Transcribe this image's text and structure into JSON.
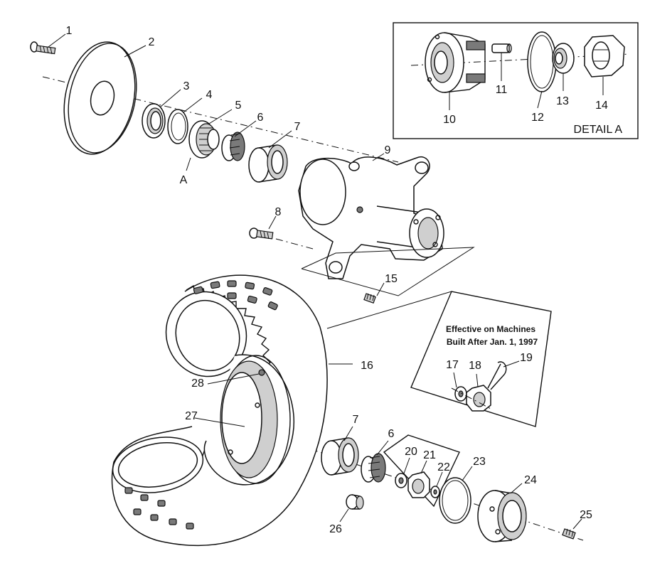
{
  "detail": {
    "title": "DETAIL A",
    "callouts": [
      "10",
      "11",
      "12",
      "13",
      "14"
    ]
  },
  "note": {
    "line1": "Effective on Machines",
    "line2": "Built After Jan. 1, 1997",
    "callouts": [
      "17",
      "18",
      "19"
    ]
  },
  "reference_marker": "A",
  "callouts": [
    "1",
    "2",
    "3",
    "4",
    "5",
    "6",
    "7",
    "8",
    "9",
    "15",
    "16",
    "28",
    "27",
    "7",
    "6",
    "20",
    "21",
    "22",
    "23",
    "24",
    "25",
    "26"
  ]
}
